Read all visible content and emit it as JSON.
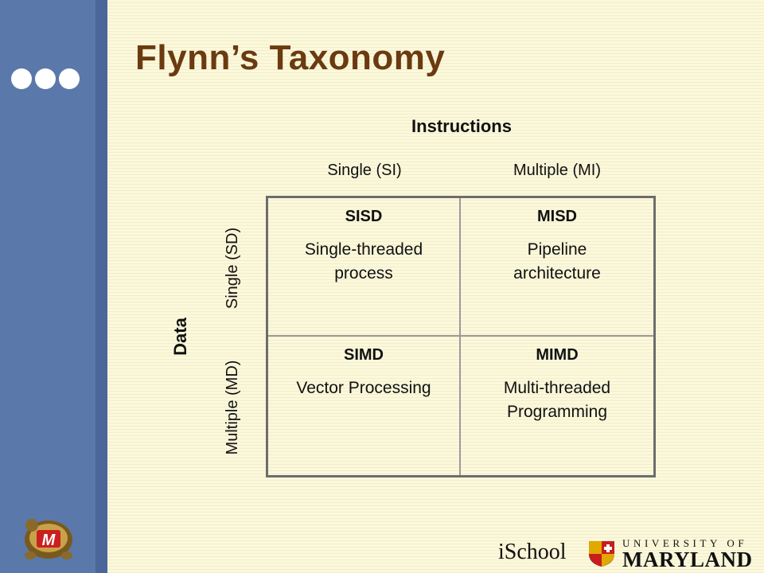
{
  "slide": {
    "title": "Flynn’s Taxonomy"
  },
  "diagram": {
    "instructions_label": "Instructions",
    "columns": [
      "Single (SI)",
      "Multiple (MI)"
    ],
    "data_label": "Data",
    "rows": [
      "Single (SD)",
      "Multiple (MD)"
    ],
    "cells": [
      [
        {
          "head": "SISD",
          "desc": "Single-threaded process"
        },
        {
          "head": "MISD",
          "desc": "Pipeline architecture"
        }
      ],
      [
        {
          "head": "SIMD",
          "desc": "Vector Processing"
        },
        {
          "head": "MIMD",
          "desc": "Multi-threaded Programming"
        }
      ]
    ]
  },
  "footer": {
    "ischool": "iSchool",
    "university_top": "UNIVERSITY OF",
    "university_main": "MARYLAND",
    "mascot_letter": "M"
  },
  "colors": {
    "sidebar": "#5b78aa",
    "title": "#6b3a10",
    "background": "#fbf8dc"
  }
}
